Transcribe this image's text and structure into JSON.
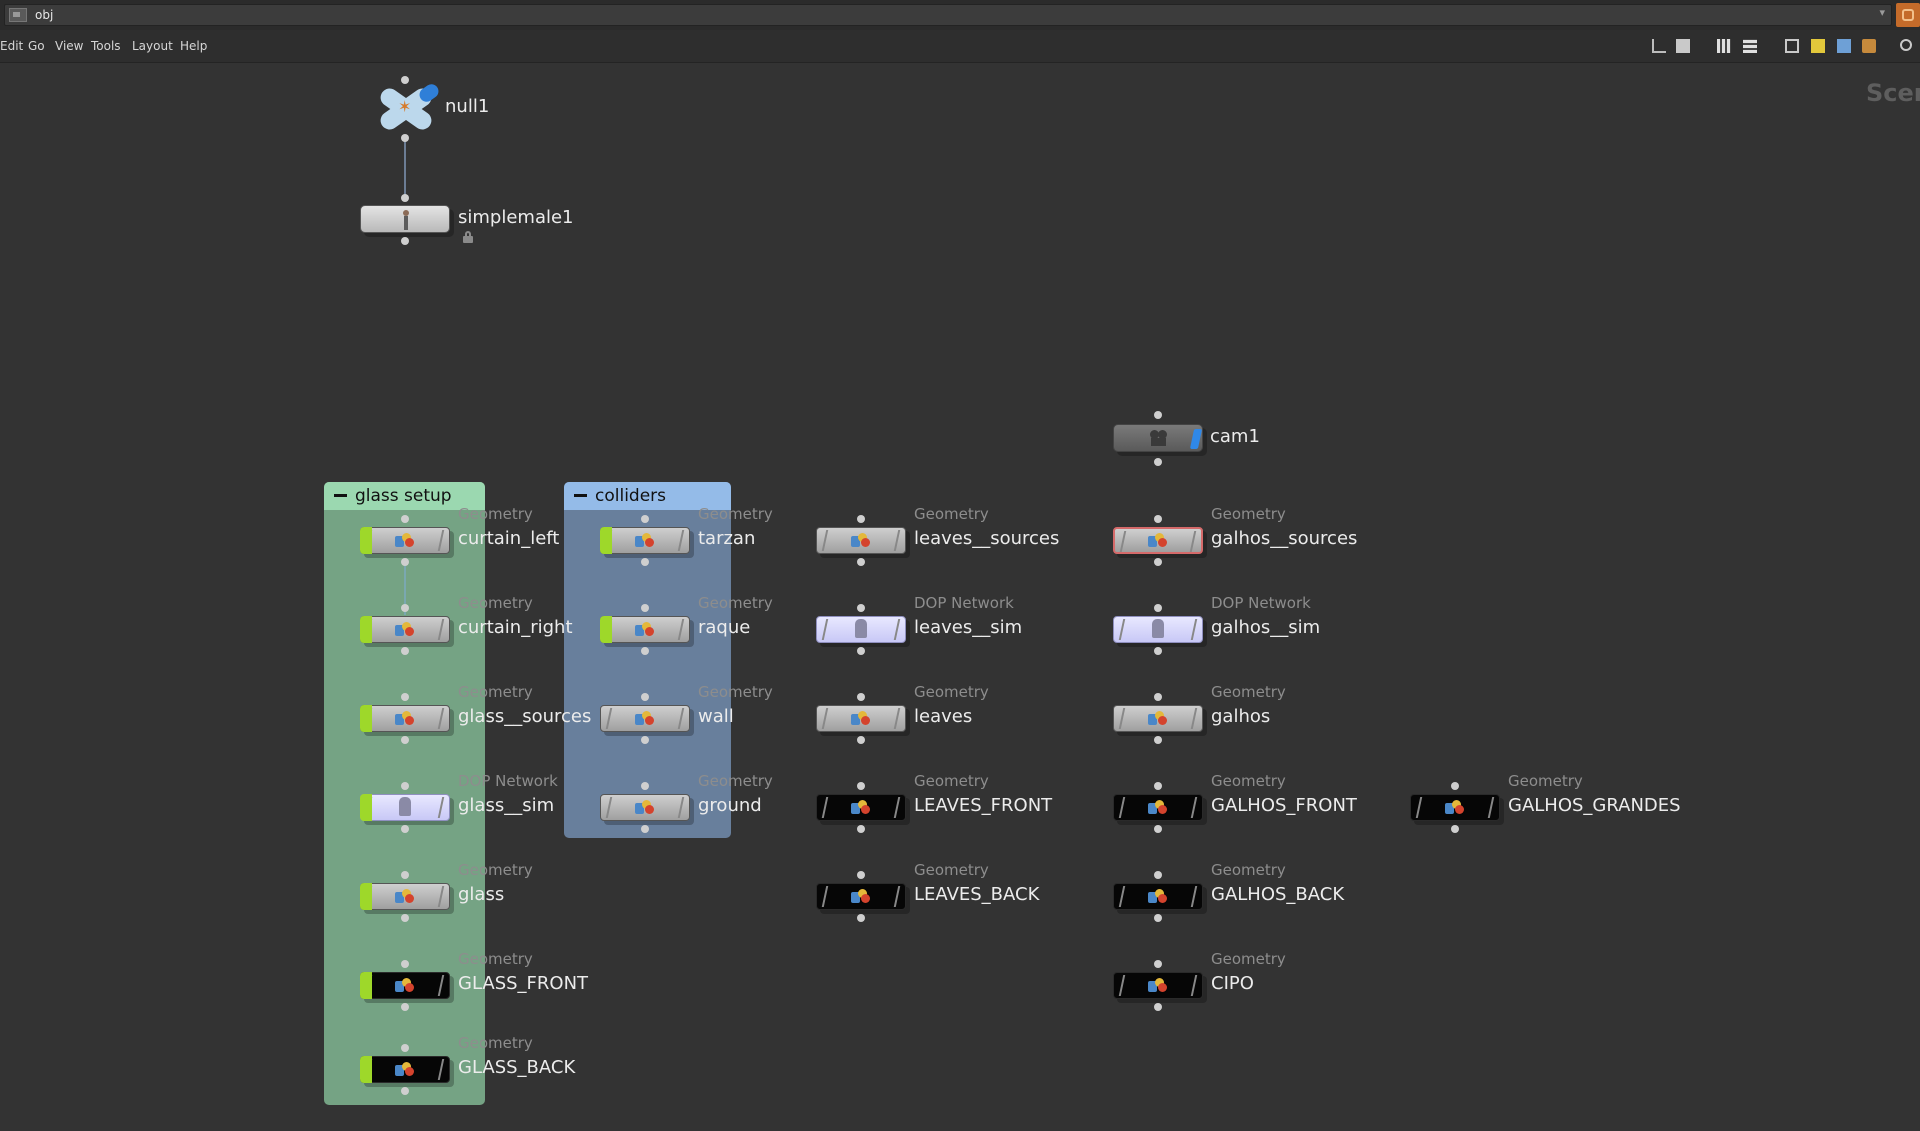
{
  "pathbar": {
    "path": "obj",
    "dropdown": "▾"
  },
  "menubar": {
    "items": [
      "Edit",
      "Go",
      "View",
      "Tools",
      "Layout",
      "Help"
    ]
  },
  "canvas": {
    "watermark": "Scen",
    "netboxes": [
      {
        "title": "glass setup",
        "color": "#8fcfa4"
      },
      {
        "title": "colliders",
        "color": "#8fb6e8"
      }
    ],
    "special_nodes": {
      "null1": {
        "name": "null1"
      },
      "simplemale1": {
        "name": "simplemale1",
        "locked": true
      },
      "cam1": {
        "name": "cam1"
      }
    },
    "nodes": [
      {
        "type": "Geometry",
        "name": "curtain_left",
        "style": "gray",
        "flag": true
      },
      {
        "type": "Geometry",
        "name": "curtain_right",
        "style": "gray",
        "flag": true
      },
      {
        "type": "Geometry",
        "name": "glass__sources",
        "style": "gray",
        "flag": true
      },
      {
        "type": "DOP Network",
        "name": "glass__sim",
        "style": "dop",
        "flag": true
      },
      {
        "type": "Geometry",
        "name": "glass",
        "style": "gray",
        "flag": true
      },
      {
        "type": "Geometry",
        "name": "GLASS_FRONT",
        "style": "black",
        "flag": true
      },
      {
        "type": "Geometry",
        "name": "GLASS_BACK",
        "style": "black",
        "flag": true
      },
      {
        "type": "Geometry",
        "name": "tarzan",
        "style": "gray",
        "flag": true
      },
      {
        "type": "Geometry",
        "name": "raque",
        "style": "gray",
        "flag": true
      },
      {
        "type": "Geometry",
        "name": "wall",
        "style": "gray",
        "flag": false
      },
      {
        "type": "Geometry",
        "name": "ground",
        "style": "gray",
        "flag": false
      },
      {
        "type": "Geometry",
        "name": "leaves__sources",
        "style": "gray",
        "flag": false
      },
      {
        "type": "DOP Network",
        "name": "leaves__sim",
        "style": "dop",
        "flag": false
      },
      {
        "type": "Geometry",
        "name": "leaves",
        "style": "gray",
        "flag": false
      },
      {
        "type": "Geometry",
        "name": "LEAVES_FRONT",
        "style": "black",
        "flag": false
      },
      {
        "type": "Geometry",
        "name": "LEAVES_BACK",
        "style": "black",
        "flag": false
      },
      {
        "type": "Geometry",
        "name": "galhos__sources",
        "style": "gray",
        "flag": false,
        "selected": true
      },
      {
        "type": "DOP Network",
        "name": "galhos__sim",
        "style": "dop",
        "flag": false
      },
      {
        "type": "Geometry",
        "name": "galhos",
        "style": "gray",
        "flag": false
      },
      {
        "type": "Geometry",
        "name": "GALHOS_FRONT",
        "style": "black",
        "flag": false
      },
      {
        "type": "Geometry",
        "name": "GALHOS_BACK",
        "style": "black",
        "flag": false
      },
      {
        "type": "Geometry",
        "name": "CIPO",
        "style": "black",
        "flag": false
      },
      {
        "type": "Geometry",
        "name": "GALHOS_GRANDES",
        "style": "black",
        "flag": false
      }
    ]
  }
}
